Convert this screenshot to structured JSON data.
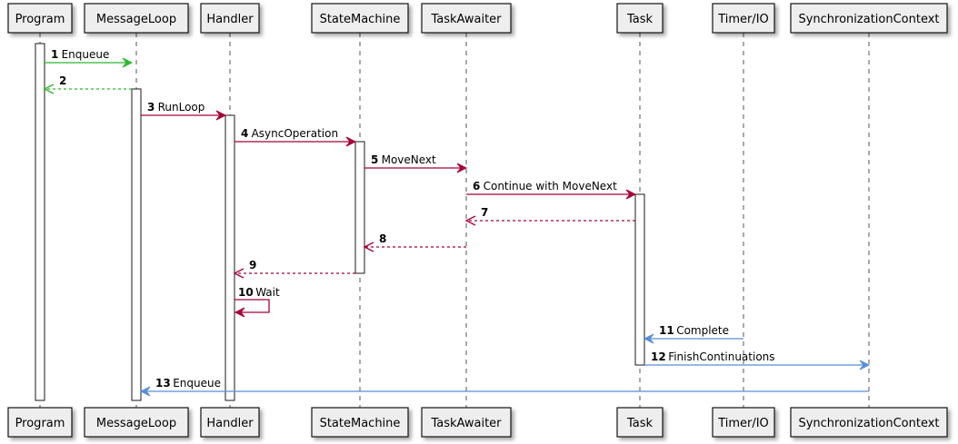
{
  "colors": {
    "green": "#2fb82f",
    "crimson": "#a80036",
    "blue": "#5b8ed8",
    "box_fill": "#eeeeee",
    "lifeline": "#555555"
  },
  "participants": [
    {
      "id": "program",
      "name": "Program"
    },
    {
      "id": "messageloop",
      "name": "MessageLoop"
    },
    {
      "id": "handler",
      "name": "Handler"
    },
    {
      "id": "statemachine",
      "name": "StateMachine"
    },
    {
      "id": "taskawaiter",
      "name": "TaskAwaiter"
    },
    {
      "id": "task",
      "name": "Task"
    },
    {
      "id": "timerio",
      "name": "Timer/IO"
    },
    {
      "id": "synccontext",
      "name": "SynchronizationContext"
    }
  ],
  "messages": [
    {
      "num": "1",
      "label": "Enqueue",
      "from": "program",
      "to": "messageloop",
      "color": "green",
      "dashed": false
    },
    {
      "num": "2",
      "label": "",
      "from": "messageloop",
      "to": "program",
      "color": "green",
      "dashed": true
    },
    {
      "num": "3",
      "label": "RunLoop",
      "from": "messageloop",
      "to": "handler",
      "color": "crimson",
      "dashed": false
    },
    {
      "num": "4",
      "label": "AsyncOperation",
      "from": "handler",
      "to": "statemachine",
      "color": "crimson",
      "dashed": false
    },
    {
      "num": "5",
      "label": "MoveNext",
      "from": "statemachine",
      "to": "taskawaiter",
      "color": "crimson",
      "dashed": false
    },
    {
      "num": "6",
      "label": "Continue with MoveNext",
      "from": "taskawaiter",
      "to": "task",
      "color": "crimson",
      "dashed": false
    },
    {
      "num": "7",
      "label": "",
      "from": "task",
      "to": "taskawaiter",
      "color": "crimson",
      "dashed": true
    },
    {
      "num": "8",
      "label": "",
      "from": "taskawaiter",
      "to": "statemachine",
      "color": "crimson",
      "dashed": true
    },
    {
      "num": "9",
      "label": "",
      "from": "statemachine",
      "to": "handler",
      "color": "crimson",
      "dashed": true
    },
    {
      "num": "10",
      "label": "Wait",
      "from": "handler",
      "to": "handler",
      "color": "crimson",
      "dashed": false
    },
    {
      "num": "11",
      "label": "Complete",
      "from": "timerio",
      "to": "task",
      "color": "blue",
      "dashed": false
    },
    {
      "num": "12",
      "label": "FinishContinuations",
      "from": "task",
      "to": "synccontext",
      "color": "blue",
      "dashed": false
    },
    {
      "num": "13",
      "label": "Enqueue",
      "from": "synccontext",
      "to": "messageloop",
      "color": "blue",
      "dashed": false
    }
  ]
}
